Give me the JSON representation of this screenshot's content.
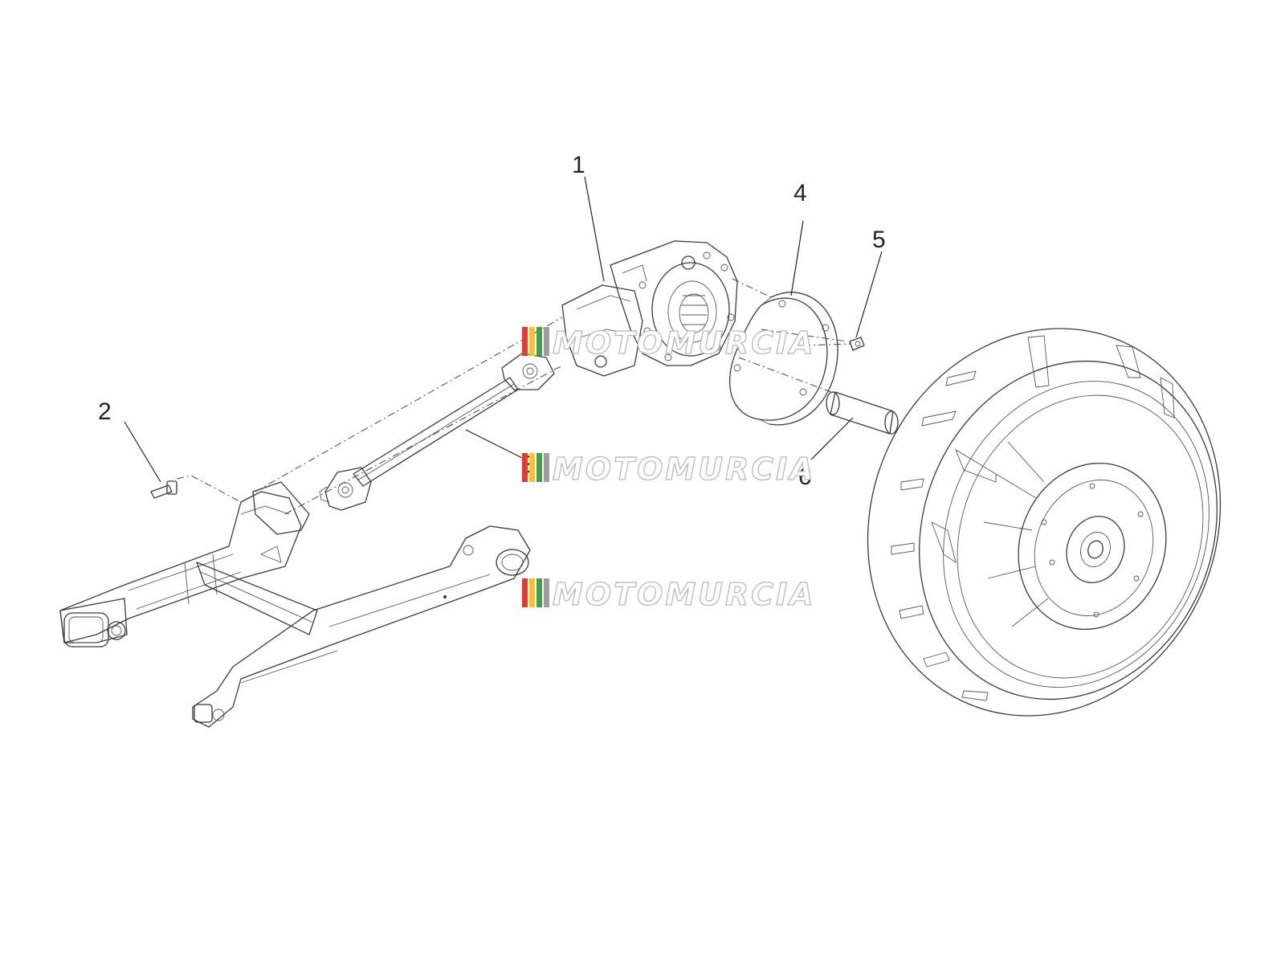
{
  "diagram": {
    "callouts": [
      {
        "id": "1",
        "label": "1"
      },
      {
        "id": "2",
        "label": "2"
      },
      {
        "id": "3",
        "label": "3"
      },
      {
        "id": "4",
        "label": "4"
      },
      {
        "id": "5",
        "label": "5"
      },
      {
        "id": "6",
        "label": "6"
      }
    ],
    "watermark": "MOTOMURCIA",
    "watermark_colors": [
      "#e53935",
      "#fbc02d",
      "#43a047",
      "#9e9e9e"
    ],
    "line_color": "#3a3a3a"
  }
}
